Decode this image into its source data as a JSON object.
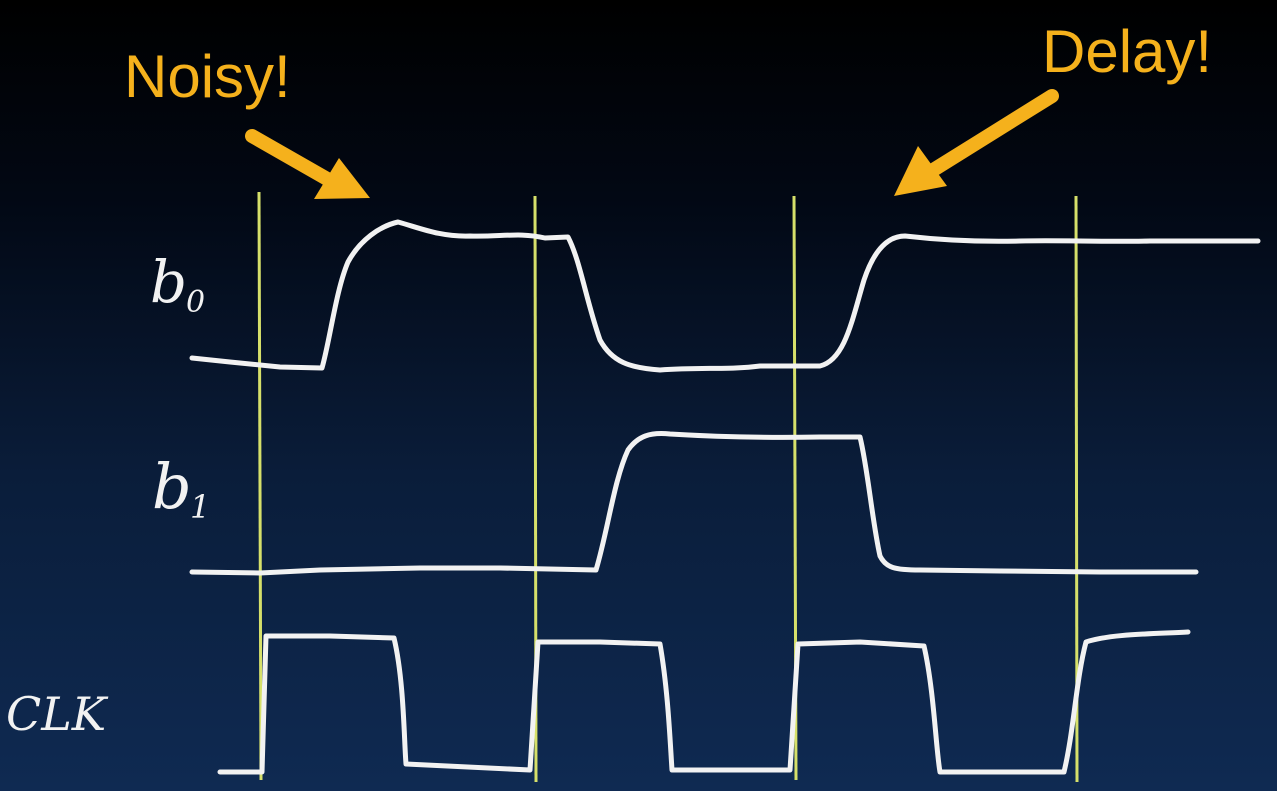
{
  "callouts": {
    "noisy": "Noisy!",
    "delay": "Delay!"
  },
  "signals": {
    "b0": {
      "base": "b",
      "sub": "0"
    },
    "b1": {
      "base": "b",
      "sub": "1"
    },
    "clk": {
      "label": "CLK"
    }
  },
  "colors": {
    "background_top": "#000000",
    "background_bottom": "#0f2a52",
    "callout": "#f5b11c",
    "waveform": "#f2f2f2",
    "clock_edge_line": "#d6e06a"
  }
}
